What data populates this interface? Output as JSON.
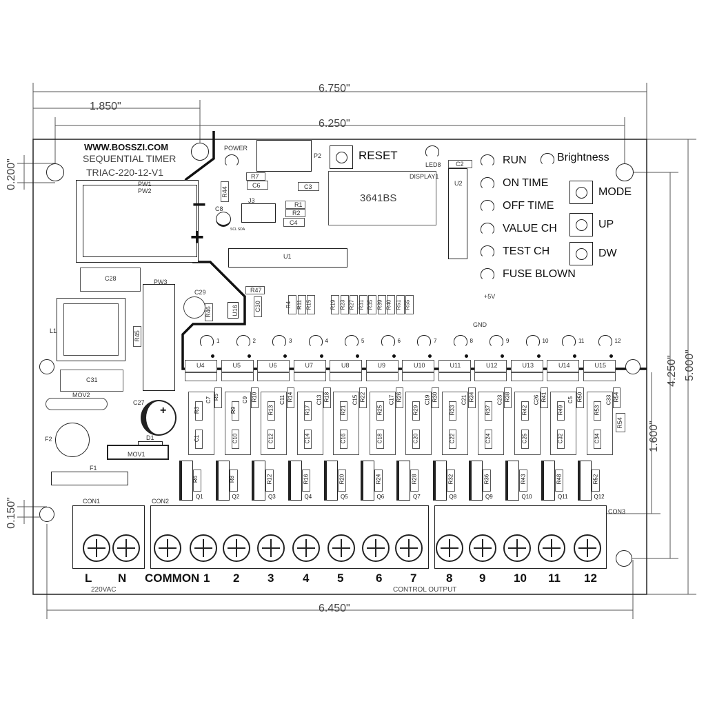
{
  "dimensions": {
    "overall_width": "6.750\"",
    "hole_offset": "1.850\"",
    "hole_span": "6.250\"",
    "bottom_span": "6.450\"",
    "overall_height": "5.000\"",
    "hole_vertical": "4.250\"",
    "terminal_height": "1.600\"",
    "top_margin": "0.200\"",
    "bottom_margin": "0.150\""
  },
  "board": {
    "website": "WWW.BOSSZI.COM",
    "title": "SEQUENTIAL TIMER",
    "model": "TRIAC-220-12-V1"
  },
  "parts": {
    "pw1": "PW1",
    "pw2": "PW2",
    "pw3": "PW3",
    "power": "POWER",
    "p2": "P2",
    "reset": "RESET",
    "led8": "LED8",
    "display1": "DISPLAY1",
    "display_model": "3641BS",
    "c2": "C2",
    "u2": "U2",
    "r7": "R7",
    "c6": "C6",
    "c3": "C3",
    "r44": "R44",
    "c8": "C8",
    "j3": "J3",
    "scl_sda": "SCL SDA",
    "r1": "R1",
    "r2": "R2",
    "c4": "C4",
    "u1": "U1",
    "c28": "C28",
    "c29": "C29",
    "r46": "R46",
    "u16": "U16",
    "r47": "R47",
    "c30": "C30",
    "l1": "L1",
    "r45": "R45",
    "c31": "C31",
    "mov2": "MOV2",
    "c27": "C27",
    "d1": "D1",
    "mov1": "MOV1",
    "f2": "F2",
    "f1": "F1",
    "plus5v": "+5V",
    "gnd": "GND",
    "con1": "CON1",
    "con2": "CON2",
    "con3": "CON3",
    "r54": "R54"
  },
  "resistor_row": [
    "R4",
    "R11",
    "R15",
    "R19",
    "R23",
    "R27",
    "R31",
    "R35",
    "R39",
    "R40",
    "R51",
    "R55"
  ],
  "status_leds": [
    "RUN",
    "ON TIME",
    "OFF TIME",
    "VALUE CH",
    "TEST CH",
    "FUSE BLOWN"
  ],
  "brightness": "Brightness",
  "buttons": [
    "MODE",
    "UP",
    "DW"
  ],
  "channels": [
    {
      "n": "1",
      "u": "U4",
      "ct": "C7",
      "rt": "R5",
      "rm": "R3",
      "cb": "C1",
      "q": "Q1",
      "rq": "R6"
    },
    {
      "n": "2",
      "u": "U5",
      "ct": "C9",
      "rt": "R10",
      "rm": "R9",
      "cb": "C10",
      "q": "Q2",
      "rq": "R8"
    },
    {
      "n": "3",
      "u": "U6",
      "ct": "C11",
      "rt": "R14",
      "rm": "R13",
      "cb": "C12",
      "q": "Q3",
      "rq": "R12"
    },
    {
      "n": "4",
      "u": "U7",
      "ct": "C13",
      "rt": "R18",
      "rm": "R17",
      "cb": "C14",
      "q": "Q4",
      "rq": "R16"
    },
    {
      "n": "5",
      "u": "U8",
      "ct": "C15",
      "rt": "R22",
      "rm": "R21",
      "cb": "C16",
      "q": "Q5",
      "rq": "R20"
    },
    {
      "n": "6",
      "u": "U9",
      "ct": "C17",
      "rt": "R26",
      "rm": "R25",
      "cb": "C18",
      "q": "Q6",
      "rq": "R24"
    },
    {
      "n": "7",
      "u": "U10",
      "ct": "C19",
      "rt": "R30",
      "rm": "R29",
      "cb": "C20",
      "q": "Q7",
      "rq": "R28"
    },
    {
      "n": "8",
      "u": "U11",
      "ct": "C21",
      "rt": "R34",
      "rm": "R33",
      "cb": "C22",
      "q": "Q8",
      "rq": "R32"
    },
    {
      "n": "9",
      "u": "U12",
      "ct": "C23",
      "rt": "R38",
      "rm": "R37",
      "cb": "C24",
      "q": "Q9",
      "rq": "R36"
    },
    {
      "n": "10",
      "u": "U13",
      "ct": "C26",
      "rt": "R41",
      "rm": "R42",
      "cb": "C25",
      "q": "Q10",
      "rq": "R43"
    },
    {
      "n": "11",
      "u": "U14",
      "ct": "C5",
      "rt": "R50",
      "rm": "R49",
      "cb": "C32",
      "q": "Q11",
      "rq": "R48"
    },
    {
      "n": "12",
      "u": "U15",
      "ct": "C33",
      "rt": "R54",
      "rm": "R53",
      "cb": "C34",
      "q": "Q12",
      "rq": "R52"
    }
  ],
  "terminals": {
    "labels": [
      "L",
      "N",
      "COMMON",
      "1",
      "2",
      "3",
      "4",
      "5",
      "6",
      "7",
      "8",
      "9",
      "10",
      "11",
      "12"
    ],
    "supply": "220VAC",
    "output": "CONTROL OUTPUT"
  }
}
